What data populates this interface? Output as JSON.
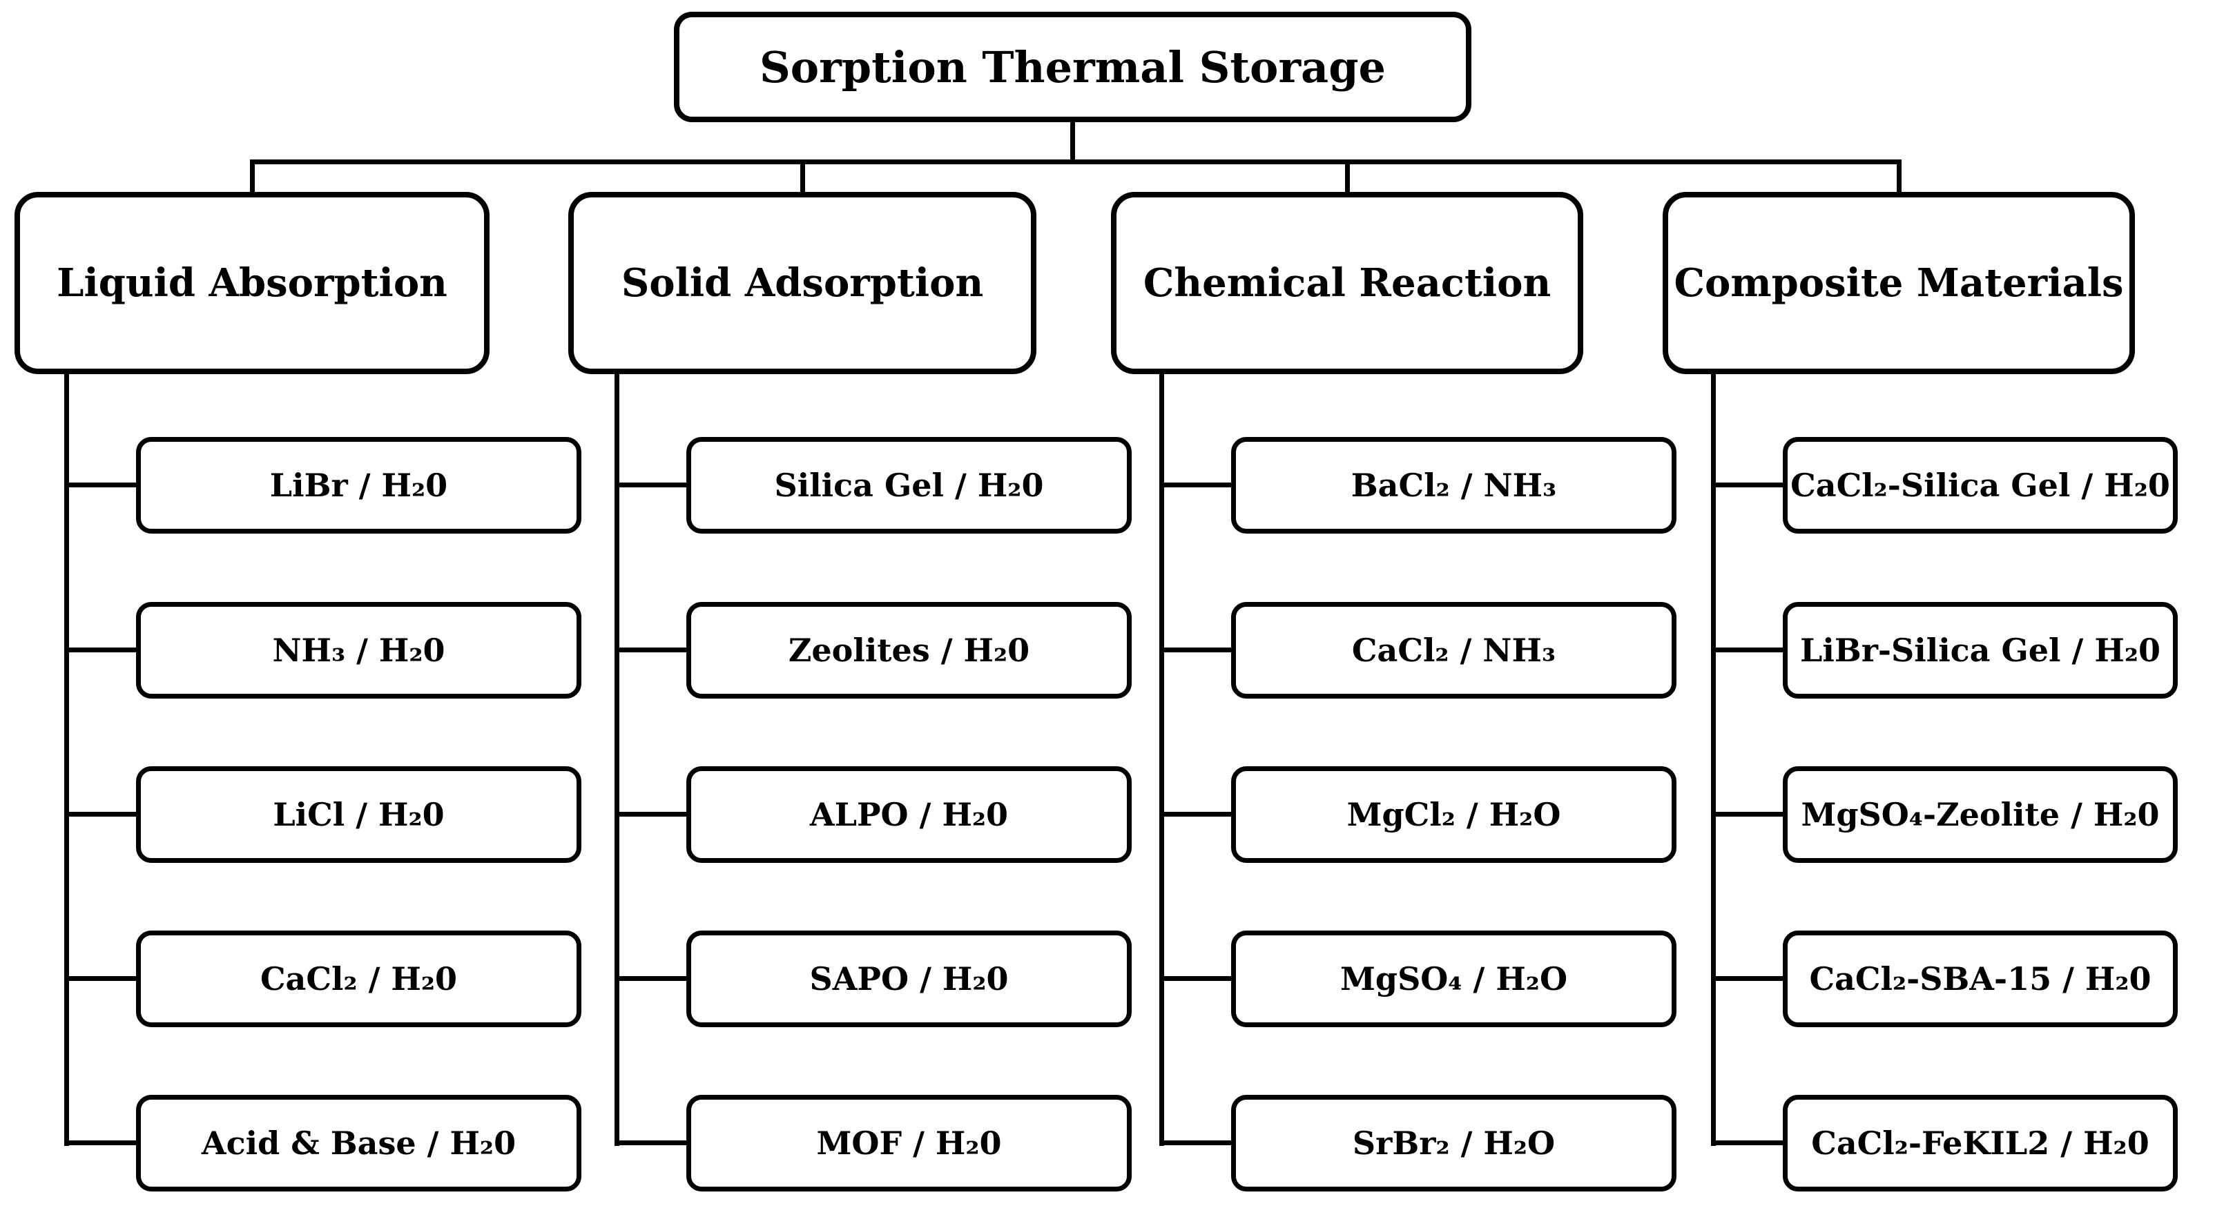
{
  "diagram": {
    "title": "Sorption Thermal Storage",
    "columns": [
      {
        "label": "Liquid Absorption",
        "children": [
          "LiBr / H₂0",
          "NH₃ / H₂0",
          "LiCl / H₂0",
          "CaCl₂ / H₂0",
          "Acid & Base / H₂0"
        ]
      },
      {
        "label": "Solid Adsorption",
        "children": [
          "Silica Gel / H₂0",
          "Zeolites / H₂0",
          "ALPO / H₂0",
          "SAPO / H₂0",
          "MOF / H₂0"
        ]
      },
      {
        "label": "Chemical Reaction",
        "children": [
          "BaCl₂ / NH₃",
          "CaCl₂ / NH₃",
          "MgCl₂ / H₂O",
          "MgSO₄ / H₂O",
          "SrBr₂ / H₂O"
        ]
      },
      {
        "label": "Composite Materials",
        "children": [
          "CaCl₂-Silica Gel / H₂0",
          "LiBr-Silica Gel / H₂0",
          "MgSO₄-Zeolite / H₂0",
          "CaCl₂-SBA-15 / H₂0",
          "CaCl₂-FeKIL2 / H₂0"
        ]
      }
    ],
    "colors": {
      "line": "#000000",
      "box_fill": "#ffffff",
      "background": "#ffffff"
    }
  }
}
